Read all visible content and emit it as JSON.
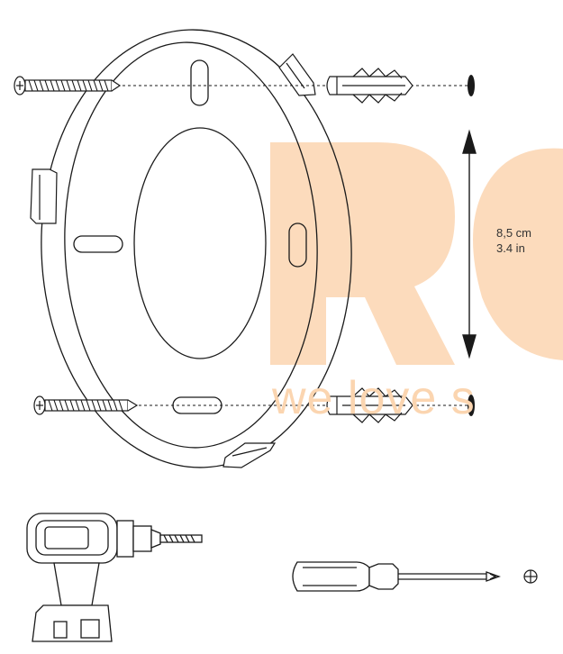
{
  "dimension": {
    "metric": "8,5 cm",
    "imperial": "3.4 in"
  },
  "watermark": {
    "text": "we love s",
    "color": "#fbd5b0"
  },
  "icons": {
    "screw_top": "wall-screw-icon",
    "screw_bottom": "wall-screw-icon",
    "anchor_top": "wall-anchor-icon",
    "anchor_bottom": "wall-anchor-icon",
    "drill": "cordless-drill-icon",
    "screwdriver": "phillips-screwdriver-icon",
    "phillips": "phillips-head-icon"
  },
  "colors": {
    "line": "#1a1a1a",
    "watermark": "#fbd5b0"
  }
}
